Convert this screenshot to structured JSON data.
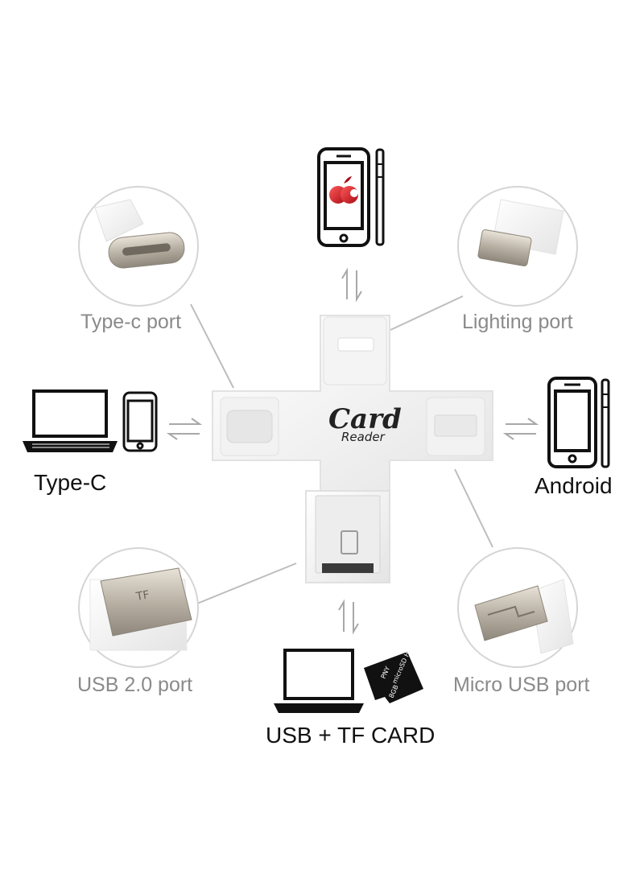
{
  "labels": {
    "type_c_port": "Type-c port",
    "lighting_port": "Lighting port",
    "usb20_port": "USB 2.0 port",
    "micro_usb_port": "Micro USB port",
    "type_c_device": "Type-C",
    "android_device": "Android",
    "usb_tf_device": "USB + TF CARD"
  },
  "reader_logo": {
    "line1": "Card",
    "line2": "Reader"
  },
  "tf_icon_text": "TF",
  "sd_card": {
    "brand": "PNY",
    "type": "microSD HC",
    "capacity": "8GB"
  },
  "colors": {
    "port_label": "#8a8a8a",
    "device_label": "#111111",
    "circle_border": "#d5d5d5",
    "connector_line": "#bdbdbd",
    "apple": "#d0202a"
  }
}
